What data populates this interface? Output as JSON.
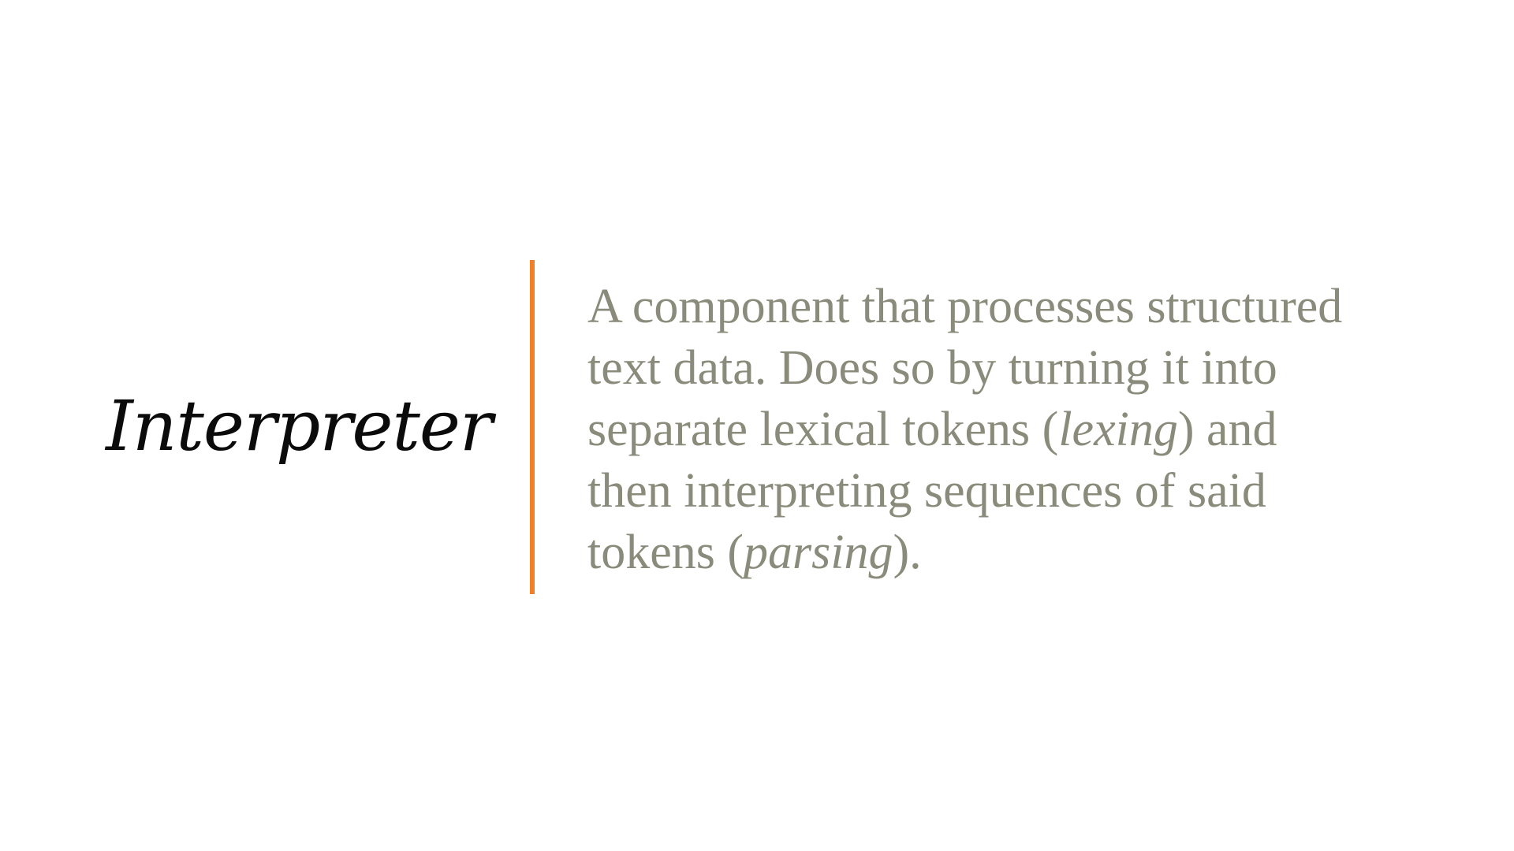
{
  "slide": {
    "term": "Interpreter",
    "definition": {
      "line1": "A component that processes structured",
      "line2": "text data. Does so by turning it into",
      "line3_pre": "separate lexical tokens (",
      "line3_em": "lexing",
      "line3_post": ") and",
      "line4": "then interpreting sequences of said",
      "line5_pre": "tokens (",
      "line5_em": "parsing",
      "line5_post": ")."
    }
  },
  "colors": {
    "divider": "#f07f28",
    "term_text": "#0b0b0b",
    "definition_text": "#8a8b7a",
    "background": "#ffffff"
  }
}
